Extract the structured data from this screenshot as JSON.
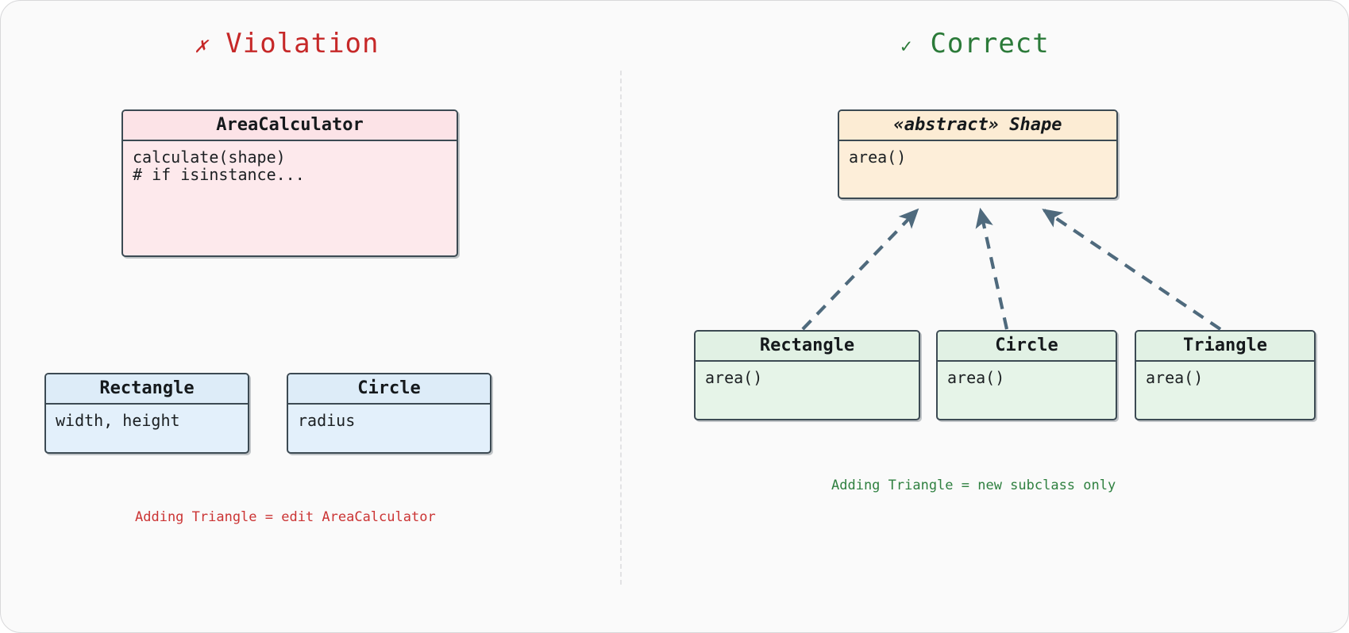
{
  "diagram": {
    "title_left": "Violation",
    "title_right": "Correct",
    "mark_left": "✗",
    "mark_right": "✓",
    "colors": {
      "violation_red": "#c62828",
      "correct_green": "#2b7a39",
      "border_slate": "#3c4a53",
      "arrow_slate": "#4f6a7d",
      "fill_red": "#fde9ec",
      "fill_blue": "#e3f0fb",
      "fill_green": "#e6f4e8",
      "fill_cream": "#fdeed9",
      "page_background": "#fafafa"
    }
  },
  "left_panel": {
    "classes": [
      {
        "name": "AreaCalculator",
        "members": "calculate(shape)\n# if isinstance...",
        "tone": "red"
      },
      {
        "name": "Rectangle",
        "members": "width, height",
        "tone": "blue"
      },
      {
        "name": "Circle",
        "members": "radius",
        "tone": "blue"
      }
    ],
    "caption": "Adding Triangle = edit AreaCalculator"
  },
  "right_panel": {
    "classes": [
      {
        "name": "«abstract» Shape",
        "members": "area()",
        "tone": "cream",
        "abstract": true
      },
      {
        "name": "Rectangle",
        "members": "area()",
        "tone": "green"
      },
      {
        "name": "Circle",
        "members": "area()",
        "tone": "green"
      },
      {
        "name": "Triangle",
        "members": "area()",
        "tone": "green"
      }
    ],
    "caption": "Adding Triangle = new subclass only",
    "relationship": "inheritance"
  }
}
